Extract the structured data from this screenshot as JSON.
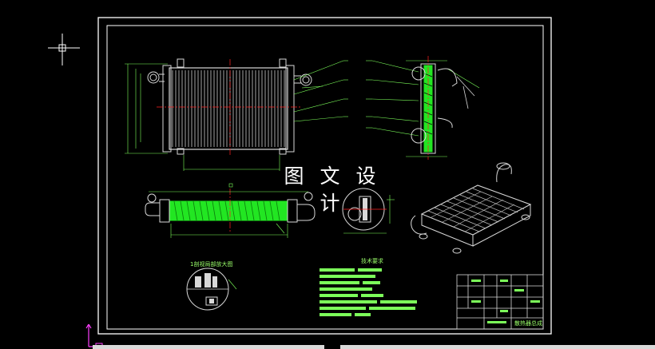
{
  "watermark": "图 文 设 计",
  "views": {
    "section_label": "1剖视局部放大图",
    "tech_requirements_title": "技术要求",
    "title_block_name": "散热器总成"
  },
  "colors": {
    "background": "#000000",
    "frame": "#ffffff",
    "geometry": "#d8d8d8",
    "dimension": "#7cff5a",
    "fill_highlight": "#22e622",
    "centerline": "#ff2020"
  },
  "icons": [
    "crosshair-cursor-icon",
    "ucs-axis-icon"
  ]
}
